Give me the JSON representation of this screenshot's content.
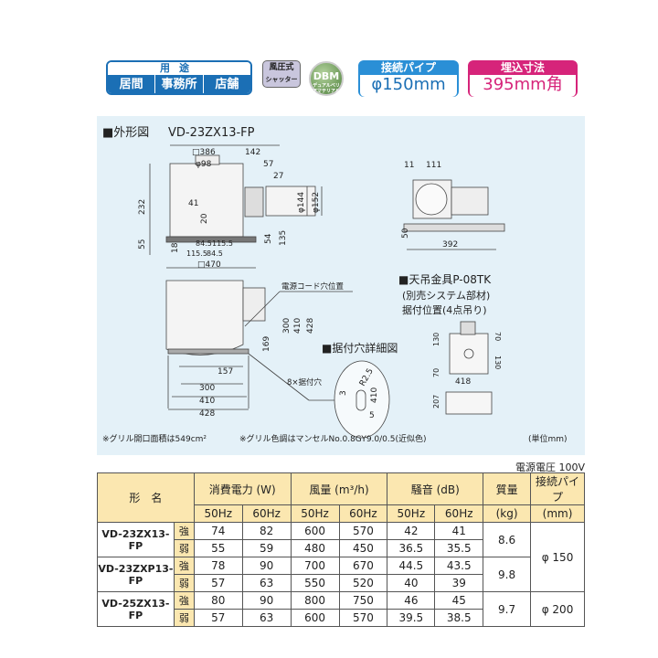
{
  "badges": {
    "use_title": "用途",
    "use_items": [
      "居間",
      "事務所",
      "店舗"
    ],
    "shutter_line1": "風圧式",
    "shutter_line2": "シャッター",
    "dbm": "DBM",
    "dbm_sub": "デュアルベリアマテリアル",
    "pipe_title": "接続パイプ",
    "pipe_value": "φ150mm",
    "embed_title": "埋込寸法",
    "embed_value": "395mm角",
    "colors": {
      "blue": "#1b6fb5",
      "pipe": "#2a8fd6",
      "magenta": "#d6247a",
      "panel": "#e4f1f8",
      "table_header": "#fbe7b0"
    }
  },
  "drawing": {
    "title": "■外形図",
    "model": "VD-23ZX13-FP",
    "front_dims": [
      "□386",
      "142",
      "φ98",
      "57",
      "27",
      "232",
      "41",
      "20",
      "φ144",
      "φ152",
      "55",
      "18",
      "84.5",
      "115.5",
      "115.5",
      "84.5",
      "54",
      "135",
      "□470"
    ],
    "side_dims": [
      "11",
      "111",
      "50",
      "392"
    ],
    "bottom_dims": [
      "169",
      "300",
      "410",
      "428",
      "157",
      "300",
      "410",
      "428"
    ],
    "cord_label": "電源コード穴位置",
    "mount_hole_label": "8×据付穴",
    "detail_title": "■据付穴詳細図",
    "detail_dims": [
      "R2.5",
      "410",
      "3",
      "5"
    ],
    "hanger_title": "■天吊金具P-08TK",
    "hanger_sub1": "(別売システム部材)",
    "hanger_sub2": "据付位置(4点吊り)",
    "hanger_dims": [
      "130",
      "70",
      "70",
      "130",
      "418",
      "207"
    ],
    "note1": "※グリル開口面積は549cm²",
    "note2": "※グリル色調はマンセルNo.0.8GY9.0/0.5(近似色)",
    "unit": "(単位mm)"
  },
  "table": {
    "voltage": "電源電圧 100V",
    "headers": {
      "model": "形　名",
      "power": "消費電力 (W)",
      "air": "風量 (m³/h)",
      "noise": "騒音 (dB)",
      "mass": "質量",
      "mass_unit": "(kg)",
      "pipe": "接続パイプ",
      "pipe_unit": "(mm)"
    },
    "hz": [
      "50Hz",
      "60Hz",
      "50Hz",
      "60Hz",
      "50Hz",
      "60Hz"
    ],
    "rows": [
      {
        "model": "VD-23ZX13-FP",
        "mass": "8.6",
        "strong": {
          "label": "強",
          "values": [
            "74",
            "82",
            "600",
            "570",
            "42",
            "41"
          ]
        },
        "weak": {
          "label": "弱",
          "values": [
            "55",
            "59",
            "480",
            "450",
            "36.5",
            "35.5"
          ]
        }
      },
      {
        "model": "VD-23ZXP13-FP",
        "mass": "9.8",
        "strong": {
          "label": "強",
          "values": [
            "78",
            "90",
            "700",
            "670",
            "44.5",
            "43.5"
          ]
        },
        "weak": {
          "label": "弱",
          "values": [
            "57",
            "63",
            "550",
            "520",
            "40",
            "39"
          ]
        }
      },
      {
        "model": "VD-25ZX13-FP",
        "mass": "9.7",
        "strong": {
          "label": "強",
          "values": [
            "80",
            "90",
            "800",
            "750",
            "46",
            "45"
          ]
        },
        "weak": {
          "label": "弱",
          "values": [
            "57",
            "63",
            "600",
            "570",
            "39.5",
            "38.5"
          ]
        }
      }
    ],
    "pipes": [
      "φ 150",
      "φ 200"
    ]
  }
}
